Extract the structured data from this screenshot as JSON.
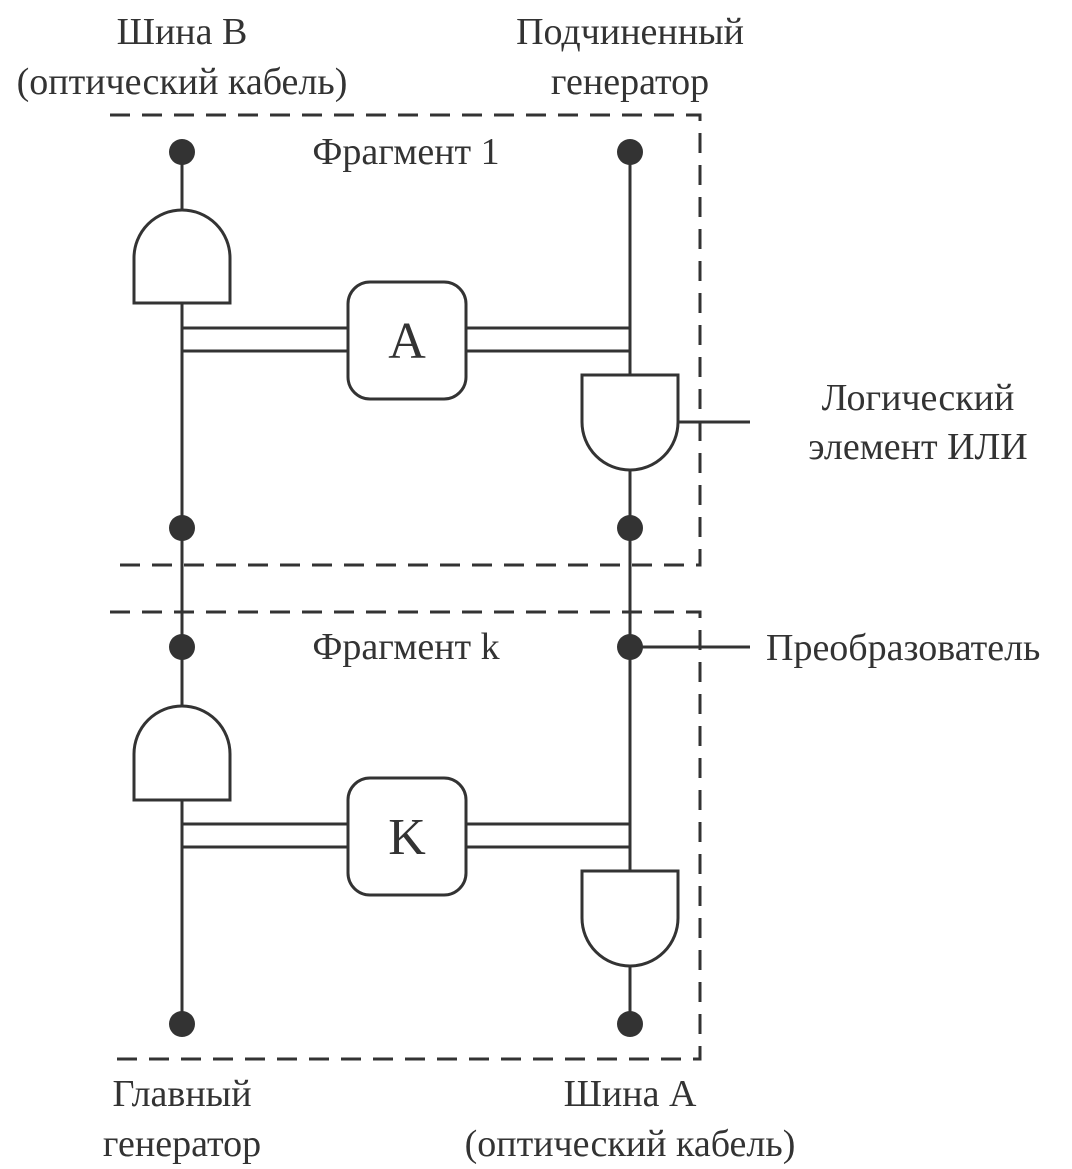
{
  "labels": {
    "bus_b_line1": "Шина B",
    "bus_b_line2": "(оптический кабель)",
    "slave_gen_line1": "Подчиненный",
    "slave_gen_line2": "генератор",
    "fragment_1": "Фрагмент 1",
    "fragment_k": "Фрагмент k",
    "logic_or_line1": "Логический",
    "logic_or_line2": "элемент ИЛИ",
    "converter": "Преобразователь",
    "master_gen_line1": "Главный",
    "master_gen_line2": "генератор",
    "bus_a_line1": "Шина A",
    "bus_a_line2": "(оптический кабель)"
  },
  "blocks": {
    "block_1": "A",
    "block_k": "K"
  },
  "colors": {
    "line": "#333333",
    "background": "#ffffff"
  }
}
